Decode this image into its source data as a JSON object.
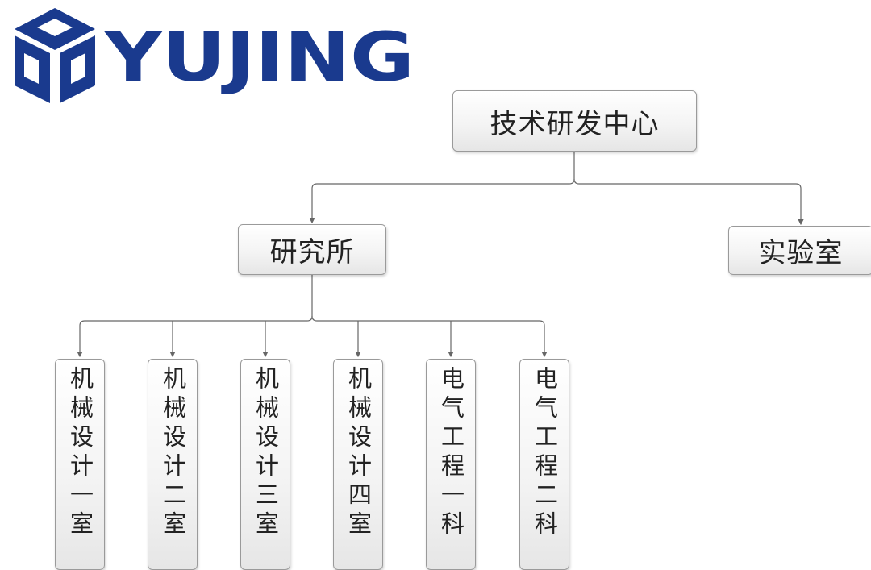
{
  "logo": {
    "text": "YUJING",
    "brand_color": "#1a3a8e",
    "icon": "cube-logo-icon"
  },
  "org_chart": {
    "root": "技术研发中心",
    "level2": [
      "研究所",
      "实验室"
    ],
    "institute_units": [
      "机械设计一室",
      "机械设计二室",
      "机械设计三室",
      "机械设计四室",
      "电气工程一科",
      "电气工程二科"
    ]
  },
  "colors": {
    "box_border": "#9a9a9a",
    "connector": "#666666",
    "text": "#222222"
  }
}
